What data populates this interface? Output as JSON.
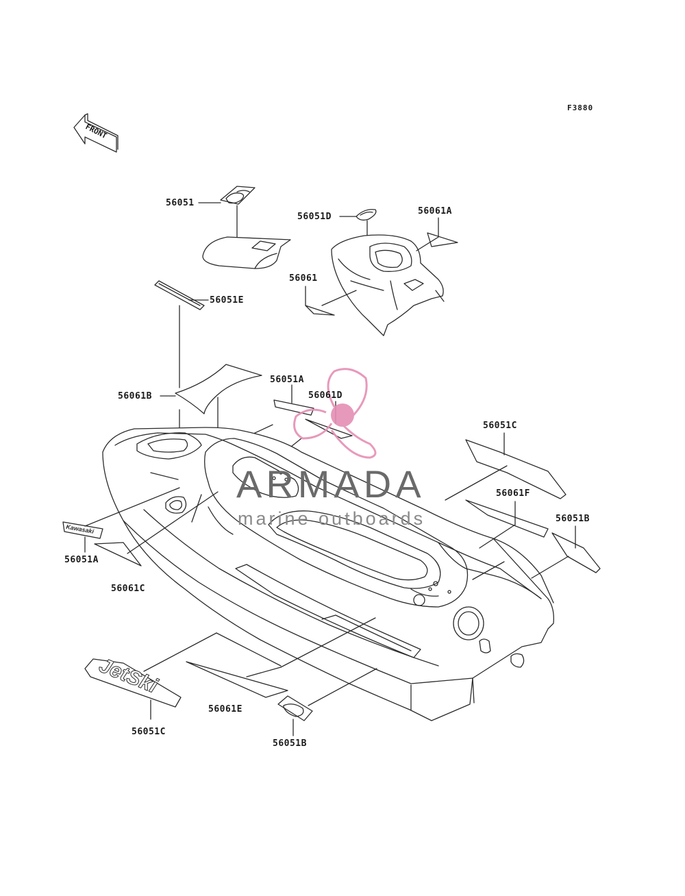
{
  "figure_ref": "F3880",
  "front_arrow": {
    "label": "FRONT"
  },
  "watermark": {
    "title": "ARMADA",
    "subtitle": "marine outboards",
    "logo_color": "#e58fb4"
  },
  "part_labels": {
    "p56051_top": "56051",
    "p56051D_top": "56051D",
    "p56061A": "56061A",
    "p56061": "56061",
    "p56051E": "56051E",
    "p56051A_mid": "56051A",
    "p56061D": "56061D",
    "p56061B": "56061B",
    "p56051C_right": "56051C",
    "p56061F": "56061F",
    "p56051B_right": "56051B",
    "p56051A_left": "56051A",
    "p56061C": "56061C",
    "p56061E": "56061E",
    "p56051C_bottom": "56051C",
    "p56051B_bottom": "56051B"
  },
  "decal_text": {
    "kawasaki": "Kawasaki",
    "jetski": "JetSki"
  },
  "colors": {
    "line": "#2a2a2a",
    "fill": "#ffffff"
  }
}
